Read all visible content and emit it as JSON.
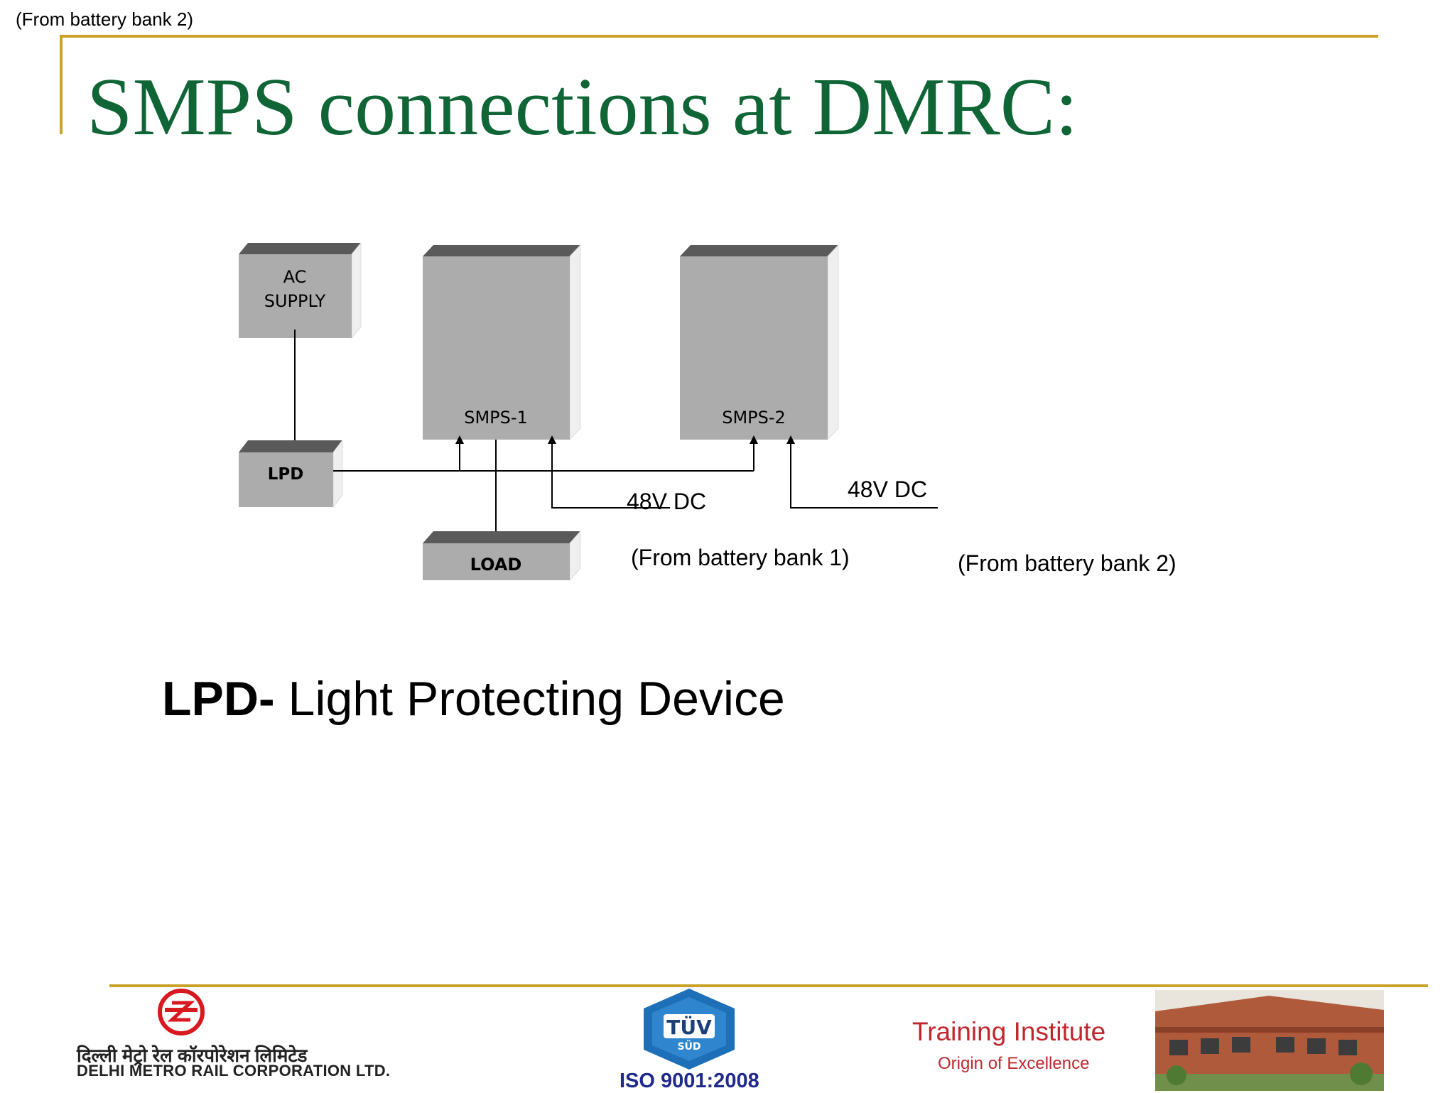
{
  "page": {
    "corner_note": "(From battery bank 2)",
    "title": "SMPS connections at DMRC:"
  },
  "diagram": {
    "boxes": {
      "ac_supply_line1": "AC",
      "ac_supply_line2": "SUPPLY",
      "lpd": "LPD",
      "smps1": "SMPS-1",
      "smps2": "SMPS-2",
      "load": "LOAD"
    },
    "labels": {
      "dc1": "48V DC",
      "dc2": "48V DC",
      "bank1": "(From battery bank 1)",
      "bank2": "(From battery bank 2)"
    }
  },
  "definition": {
    "term": "LPD-",
    "meaning": " Light Protecting Device"
  },
  "footer": {
    "dmrc_hindi": "दिल्ली मेट्रो रेल कॉरपोरेशन लिमिटेड",
    "dmrc_english": "DELHI METRO RAIL CORPORATION LTD.",
    "tuv_logo_text": "TÜV",
    "tuv_sub": "SÜD",
    "iso": "ISO 9001:2008",
    "institute_title": "Training Institute",
    "institute_tagline": "Origin of Excellence"
  },
  "colors": {
    "title_green": "#0f6535",
    "accent_gold": "#c9a227",
    "box_face": "#acacac",
    "box_top": "#5a5a5a",
    "institute_red": "#c0272d",
    "iso_blue": "#1f2a8c"
  }
}
